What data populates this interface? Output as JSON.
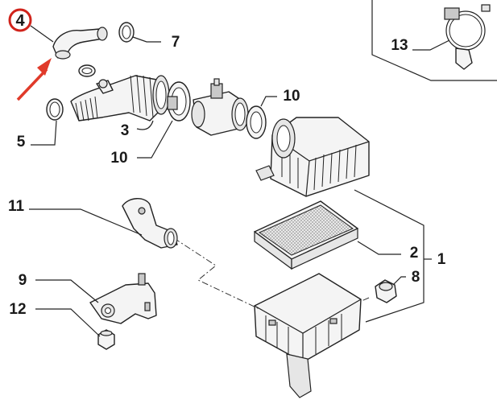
{
  "callouts": {
    "c1": "1",
    "c2": "2",
    "c3": "3",
    "c4": "4",
    "c5": "5",
    "c7": "7",
    "c8": "8",
    "c9": "9",
    "c10a": "10",
    "c10b": "10",
    "c11": "11",
    "c12": "12",
    "c13": "13"
  },
  "highlight": {
    "part": "4",
    "ring_color": "#d0231b",
    "arrow_color": "#e03a2a"
  }
}
